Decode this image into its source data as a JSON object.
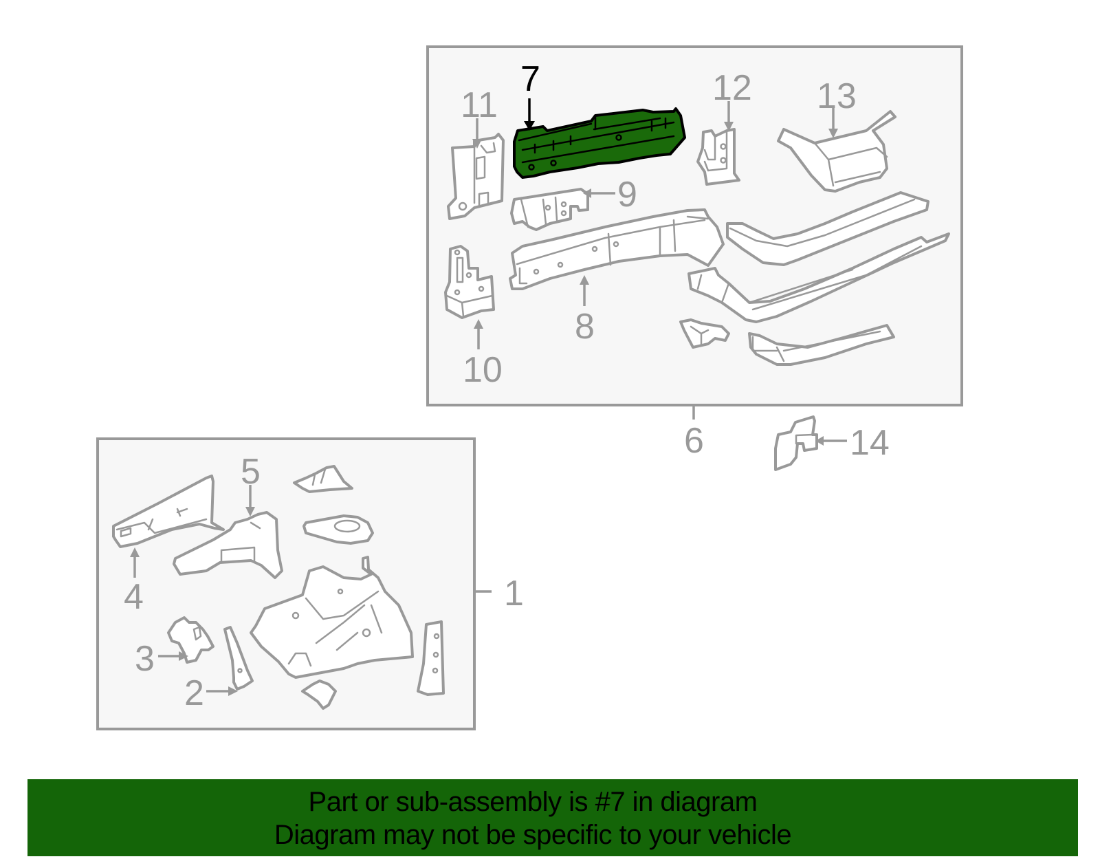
{
  "diagram": {
    "highlight_color": "#1a6a0a",
    "panel_fill": "#f7f7f7",
    "outline_color": "#999999",
    "assemblies": [
      {
        "id": "upper",
        "callout": "6",
        "parts": [
          "7",
          "8",
          "9",
          "10",
          "11",
          "12",
          "13"
        ]
      },
      {
        "id": "lower",
        "callout": "1",
        "parts": [
          "2",
          "3",
          "4",
          "5"
        ]
      }
    ],
    "labels": {
      "p1": "1",
      "p2": "2",
      "p3": "3",
      "p4": "4",
      "p5": "5",
      "p6": "6",
      "p7": "7",
      "p8": "8",
      "p9": "9",
      "p10": "10",
      "p11": "11",
      "p12": "12",
      "p13": "13",
      "p14": "14"
    },
    "highlighted_part": "7"
  },
  "banner": {
    "background": "#146508",
    "line1": "Part or sub-assembly is #7 in diagram",
    "line2": "Diagram may not be specific to your vehicle"
  }
}
